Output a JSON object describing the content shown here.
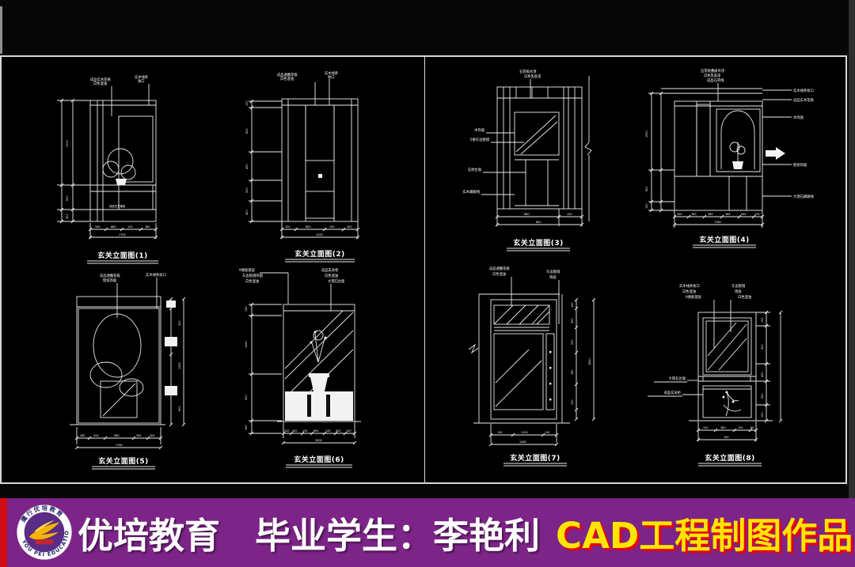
{
  "window": {
    "canvas_bg": "#000000",
    "frame_border": "#d6d6d6",
    "outer_bg": "#060606"
  },
  "banner": {
    "bg": "#7c2487",
    "stripe_color": "#cf0d16",
    "brand": "优培教育",
    "student_label": "毕业学生：",
    "student_name": "李艳利",
    "work_title": "CAD工程制图作品",
    "work_title_color": "#ffe400",
    "work_title_shadow": "#e60012",
    "logo": {
      "ring_top_text": "鹰行优培教育",
      "ring_bottom_text": "YOU PEI EDUCATION",
      "ring_color": "#ffffff",
      "inner_color": "#5b2c86",
      "swoosh_color": "#f5b301",
      "icon": "phoenix-swoosh-icon"
    }
  },
  "panels": [
    {
      "title": "玄关立面图(1)",
      "top_labels": [
        "成品实木花格",
        "白色混油",
        "实木线条",
        "收口"
      ],
      "inner_label": "成品玄关矮柜",
      "left_dims": [
        "2100",
        "600",
        "300"
      ],
      "bottom_dims": [
        "340",
        "860",
        "120",
        "380"
      ],
      "total_dim": "1700"
    },
    {
      "title": "玄关立面图(2)",
      "top_labels": [
        "成品透雕花板",
        "白色混油",
        "实木线条",
        "收口"
      ],
      "left_dims": [
        "100",
        "850",
        "450",
        "500",
        "400"
      ],
      "bottom_dims": [
        "150",
        "600",
        "150",
        "300"
      ],
      "total_dim": "1200"
    },
    {
      "title": "玄关立面图(3)",
      "top_labels": [
        "石膏板吊顶",
        "白色乳胶漆"
      ],
      "left_labels": [
        "木饰面",
        "5厘车边银镜",
        "石材台面",
        "实木踢脚线"
      ],
      "bottom_dims": [
        "680",
        "120"
      ],
      "total_dim": "800"
    },
    {
      "title": "玄关立面图(4)",
      "top_labels": [
        "石膏板叠级吊顶",
        "白色乳胶漆",
        "成品石膏线"
      ],
      "right_labels": [
        "实木线条收口",
        "成品实木花格",
        "木饰面",
        "壁纸饰面",
        "大理石踢脚线"
      ],
      "left_dims": [
        "1950",
        "600",
        "150"
      ],
      "bottom_dims": [
        "320",
        "260",
        "280",
        "260",
        "540",
        "120"
      ],
      "total_dim": "1780"
    },
    {
      "title": "玄关立面图(5)",
      "top_labels": [
        "成品透雕花板",
        "壁纸饰面",
        "实木线条收口"
      ],
      "right_dims": [
        "300",
        "1260",
        "600"
      ],
      "bottom_dims": [
        "260",
        "320",
        "580",
        "300",
        "300"
      ],
      "total_dim": "1760"
    },
    {
      "title": "玄关立面图(6)",
      "top_labels": [
        "9厘板基层",
        "车边银镜饰面",
        "白色混油",
        "成品玄关柜",
        "白色混油",
        "大理石台面"
      ],
      "left_dims": [
        "140",
        "1450",
        "520",
        "160"
      ],
      "bottom_dims": [
        "120",
        "450",
        "130",
        "600",
        "130",
        "450",
        "120"
      ],
      "total_dim": "2000"
    },
    {
      "title": "玄关立面图(7)",
      "top_labels": [
        "成品透雕花板",
        "白色混油",
        "车边银镜",
        "饰面"
      ],
      "right_dims": [
        "160",
        "350",
        "250",
        "760",
        "120"
      ],
      "right_total": "1640",
      "bottom_dims": [
        "130",
        "1100",
        "130"
      ],
      "total_dim": "1360"
    },
    {
      "title": "玄关立面图(8)",
      "top_labels": [
        "实木线条收口",
        "白色混油",
        "9厘板基层",
        "车边银镜",
        "饰面",
        "白色混油"
      ],
      "left_labels": [
        "大理石台面",
        "成品玄关柜"
      ],
      "right_dims": [
        "150",
        "900",
        "400",
        "550",
        "120"
      ],
      "bottom_dims": [
        "150",
        "380",
        "150",
        "60"
      ],
      "total_dim": "740"
    }
  ]
}
